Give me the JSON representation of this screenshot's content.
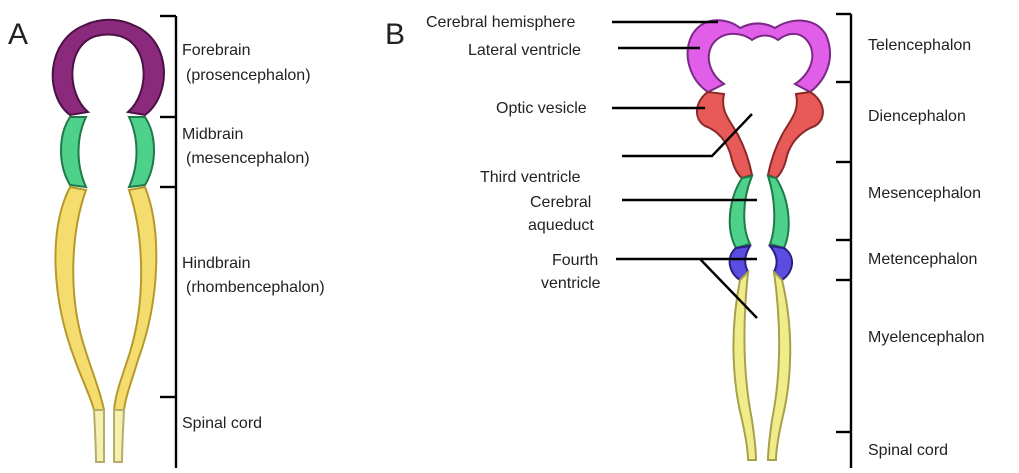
{
  "panel_a": {
    "letter": "A",
    "labels": [
      {
        "line1": "Forebrain",
        "line2": "(prosencephalon)"
      },
      {
        "line1": "Midbrain",
        "line2": "(mesencephalon)"
      },
      {
        "line1": "Hindbrain",
        "line2": "(rhombencephalon)"
      },
      {
        "line1": "Spinal cord",
        "line2": ""
      }
    ]
  },
  "panel_b": {
    "letter": "B",
    "left_labels": [
      {
        "line1": "Cerebral hemisphere",
        "line2": ""
      },
      {
        "line1": "Lateral ventricle",
        "line2": ""
      },
      {
        "line1": "Optic vesicle",
        "line2": ""
      },
      {
        "line1": "Third ventricle",
        "line2": ""
      },
      {
        "line1": "Cerebral",
        "line2": "aqueduct"
      },
      {
        "line1": "Fourth",
        "line2": "ventricle"
      }
    ],
    "right_labels": [
      "Telencephalon",
      "Diencephalon",
      "Mesencephalon",
      "Metencephalon",
      "Myelencephalon",
      "Spinal cord"
    ]
  },
  "colors": {
    "forebrain": "#8b2a7d",
    "midbrain": "#4ed18a",
    "hindbrain": "#f5dc6e",
    "telencephalon": "#e05ee8",
    "diencephalon": "#e85a58",
    "metencephalon": "#5a4de0",
    "spinal": "#f5f0b0"
  }
}
